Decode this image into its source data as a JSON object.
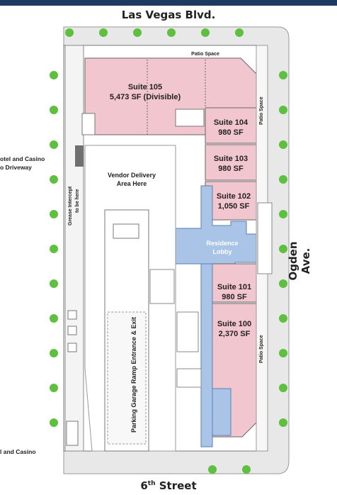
{
  "streets": {
    "top": "Las Vegas Blvd.",
    "bottom_number": "6",
    "bottom_suffix": "th",
    "bottom_name": "Street",
    "right": "Ogden Ave."
  },
  "side_labels": {
    "upper_line1": "otel and Casino",
    "upper_line2": "o Driveway",
    "lower": "l and Casino"
  },
  "suites": [
    {
      "name": "Suite 105",
      "size": "5,473 SF (Divisible)"
    },
    {
      "name": "Suite 104",
      "size": "980 SF"
    },
    {
      "name": "Suite 103",
      "size": "980 SF"
    },
    {
      "name": "Suite 102",
      "size": "1,050 SF"
    },
    {
      "name": "Suite 101",
      "size": "980 SF"
    },
    {
      "name": "Suite 100",
      "size": "2,370 SF"
    }
  ],
  "areas": {
    "lobby_line1": "Residence",
    "lobby_line2": "Lobby",
    "vendor_line1": "Vendor Delivery",
    "vendor_line2": "Area Here",
    "grease_line1": "Grease Intercept",
    "grease_line2": "to be here",
    "garage": "Parking Garage Ramp Entrance & Exit",
    "patio": "Patio Space"
  },
  "colors": {
    "retail": "#f2c6cf",
    "lobby": "#a9c4e6",
    "header_bar": "#1f3a5f",
    "tree": "#5fbf3f"
  }
}
